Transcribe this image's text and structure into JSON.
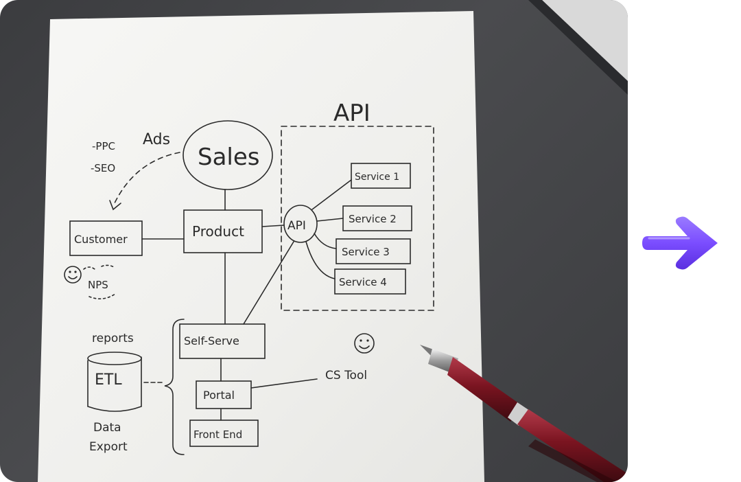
{
  "diagram": {
    "api_heading": "API",
    "ads_label": "Ads",
    "ads_items": [
      "-PPC",
      "-SEO"
    ],
    "sales": "Sales",
    "customer": "Customer",
    "product": "Product",
    "api_node": "API",
    "services": [
      "Service 1",
      "Service 2",
      "Service 3",
      "Service 4"
    ],
    "nps": "NPS",
    "reports": "reports",
    "etl": "ETL",
    "data_export_line1": "Data",
    "data_export_line2": "Export",
    "self_serve": "Self-Serve",
    "portal": "Portal",
    "front_end": "Front End",
    "cs_tool": "CS Tool"
  },
  "colors": {
    "accent_arrow": "#7b4dff",
    "paper": "#f4f4f2",
    "ink": "#2a2a2a",
    "pen_body": "#7a1420"
  },
  "icons": {
    "next": "arrow-right-icon"
  }
}
